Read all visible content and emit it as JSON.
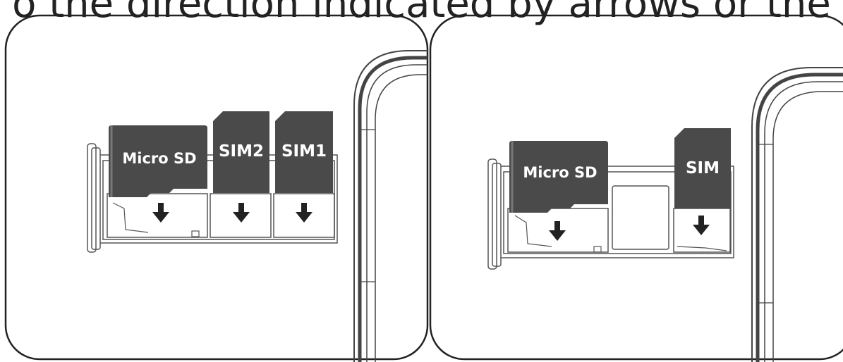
{
  "caption_fragment": "o the direction indicated by arrows or the",
  "panel_left": {
    "cards": [
      "Micro SD",
      "SIM2",
      "SIM1"
    ]
  },
  "panel_right": {
    "cards": [
      "Micro SD",
      "SIM"
    ]
  },
  "colors": {
    "card_fill": "#4a4a4a",
    "line": "#333333",
    "background": "#ffffff"
  },
  "icons": [
    "down-arrow-icon"
  ]
}
